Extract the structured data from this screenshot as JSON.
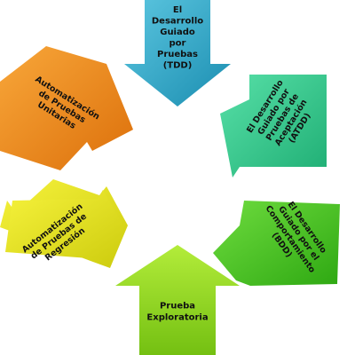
{
  "arrows": [
    {
      "id": "tdd",
      "lines": [
        "El",
        "Desarrollo",
        "Guiado",
        "por",
        "Pruebas",
        "(TDD)"
      ],
      "color": "#2aa6c6"
    },
    {
      "id": "atdd",
      "lines": [
        "El Desarrollo",
        "Guiado por",
        "Pruebas de",
        "Aceptación",
        "(ATDD)"
      ],
      "color": "#35c98c"
    },
    {
      "id": "bdd",
      "lines": [
        "El Desarrollo",
        "Guiado por el",
        "Comportamiento",
        "(BDD)"
      ],
      "color": "#43c41f"
    },
    {
      "id": "exploratoria",
      "lines": [
        "Prueba",
        "Exploratoria"
      ],
      "color": "#8fd11e"
    },
    {
      "id": "regresion",
      "lines": [
        "Automatización",
        "de Pruebas de",
        "Regresión"
      ],
      "color": "#e4e21b"
    },
    {
      "id": "unitarias",
      "lines": [
        "Automatización",
        "de Pruebas",
        "Unitarias"
      ],
      "color": "#ee8a16"
    }
  ]
}
